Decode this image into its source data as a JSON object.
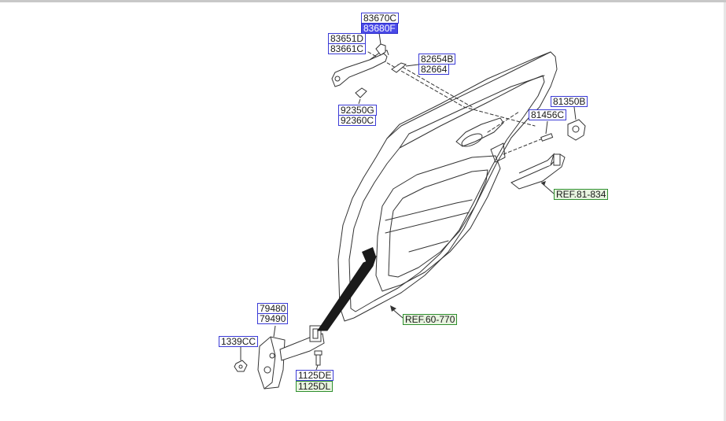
{
  "labels": {
    "part_83670C": "83670C",
    "part_83680F": "83680F",
    "part_83651D": "83651D",
    "part_83661C": "83661C",
    "part_82654B": "82654B",
    "part_82664": "82664",
    "part_92350G": "92350G",
    "part_92360C": "92360C",
    "part_81350B": "81350B",
    "part_81456C": "81456C",
    "ref_81_834": "REF.81-834",
    "part_79480": "79480",
    "part_79490": "79490",
    "part_1339CC": "1339CC",
    "part_1125DE": "1125DE",
    "part_1125DL": "1125DL",
    "ref_60_770": "REF.60-770"
  },
  "colors": {
    "label_border": "#3b3bd6",
    "label_highlight": "#4a4ae8",
    "ref_border": "#2f8f2f",
    "ref_fill": "#e8f4e0",
    "line": "#333333"
  }
}
